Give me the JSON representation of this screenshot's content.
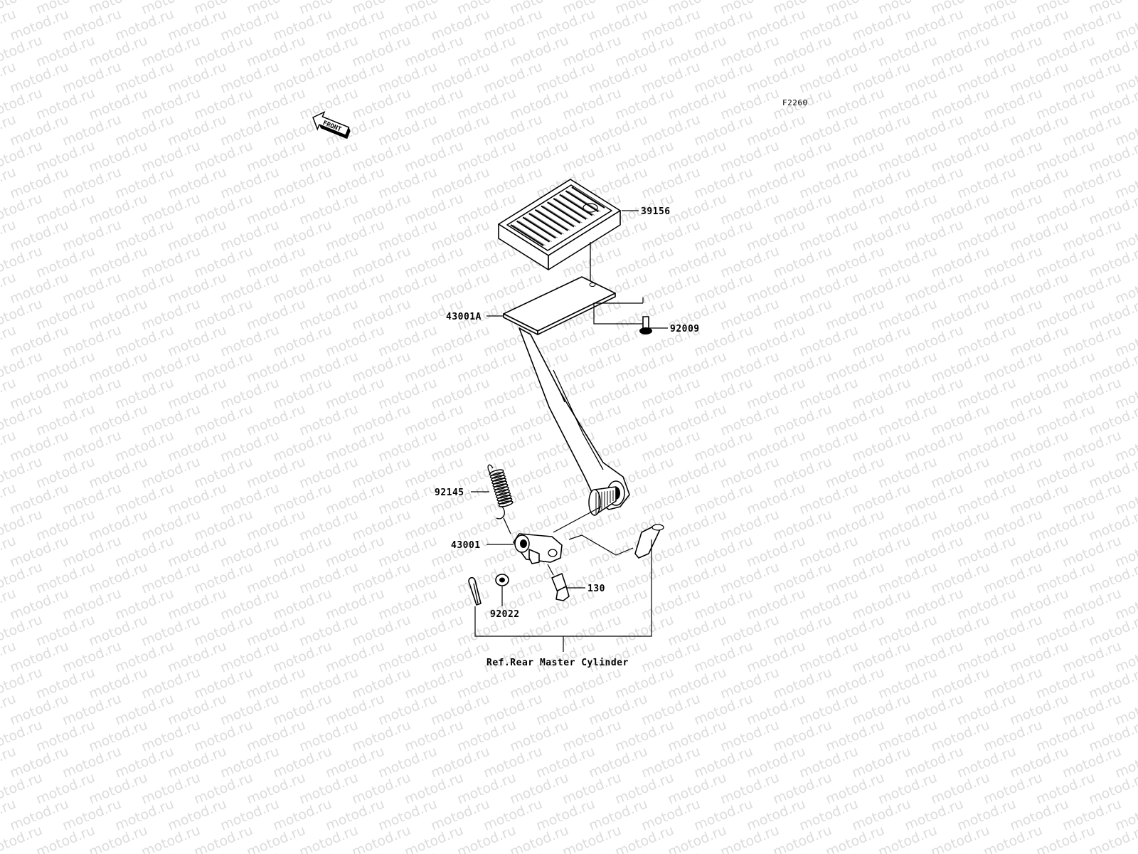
{
  "watermark": {
    "text": "motod.ru"
  },
  "figure_code": "F2260",
  "front_arrow": {
    "label": "FRONT",
    "icon": "front-arrow-icon"
  },
  "parts": [
    {
      "id": "brake-pedal-pad",
      "number": "39156"
    },
    {
      "id": "brake-pedal-lever",
      "number": "43001A"
    },
    {
      "id": "pad-screw",
      "number": "92009"
    },
    {
      "id": "return-spring",
      "number": "92145"
    },
    {
      "id": "brake-lever-arm",
      "number": "43001"
    },
    {
      "id": "arm-bolt",
      "number": "130"
    },
    {
      "id": "washer",
      "number": "92022"
    }
  ],
  "reference_note": "Ref.Rear Master Cylinder"
}
